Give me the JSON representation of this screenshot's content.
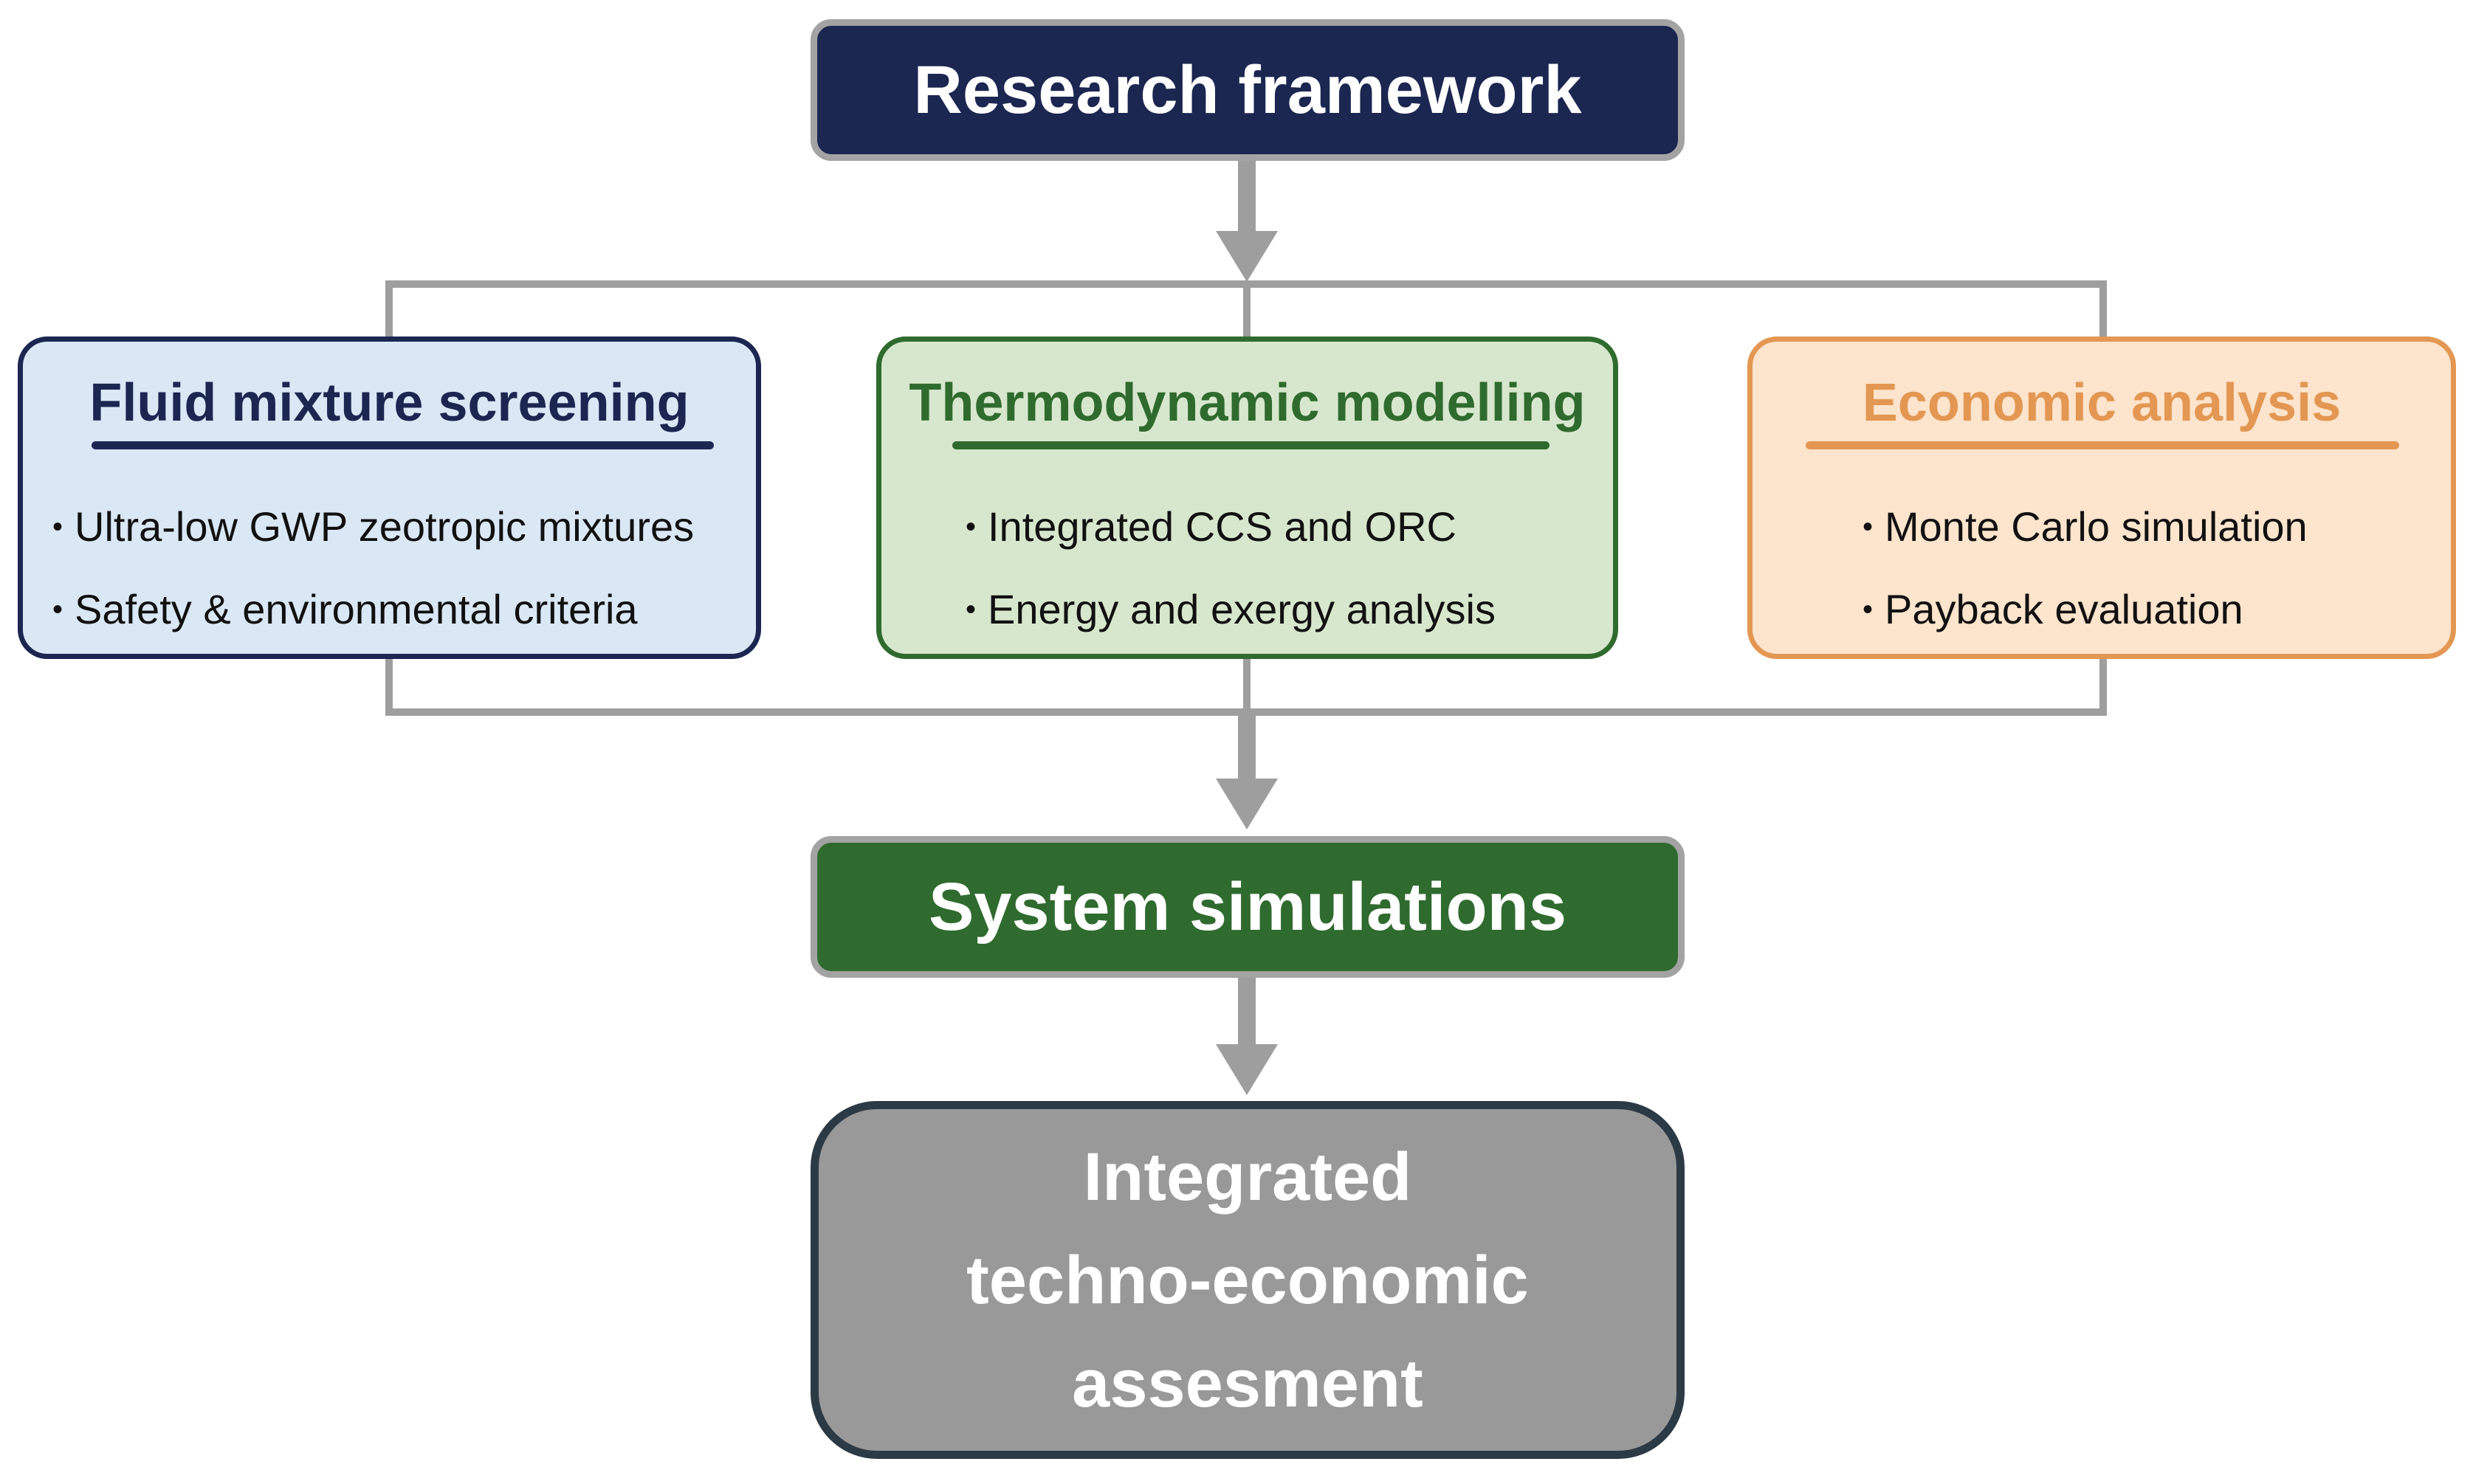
{
  "colors": {
    "navy": "#1b2651",
    "green": "#2f6b2e",
    "orange": "#e39752",
    "gray": "#999999",
    "connector_gray": "#9e9e9e",
    "light_blue": "#dae7f5",
    "light_green": "#d7e7cd",
    "light_orange": "#fde4cc"
  },
  "top": {
    "label": "Research framework"
  },
  "panels": [
    {
      "title": "Fluid mixture screening",
      "bullets": [
        "Ultra-low GWP zeotropic mixtures",
        "Safety & environmental criteria"
      ]
    },
    {
      "title": "Thermodynamic modelling",
      "bullets": [
        "Integrated CCS and ORC",
        "Energy and exergy analysis"
      ]
    },
    {
      "title": "Economic analysis",
      "bullets": [
        "Monte Carlo simulation",
        "Payback evaluation"
      ]
    }
  ],
  "middle": {
    "label": "System simulations"
  },
  "bottom": {
    "lines": [
      "Integrated",
      "techno-economic",
      "assesment"
    ]
  }
}
